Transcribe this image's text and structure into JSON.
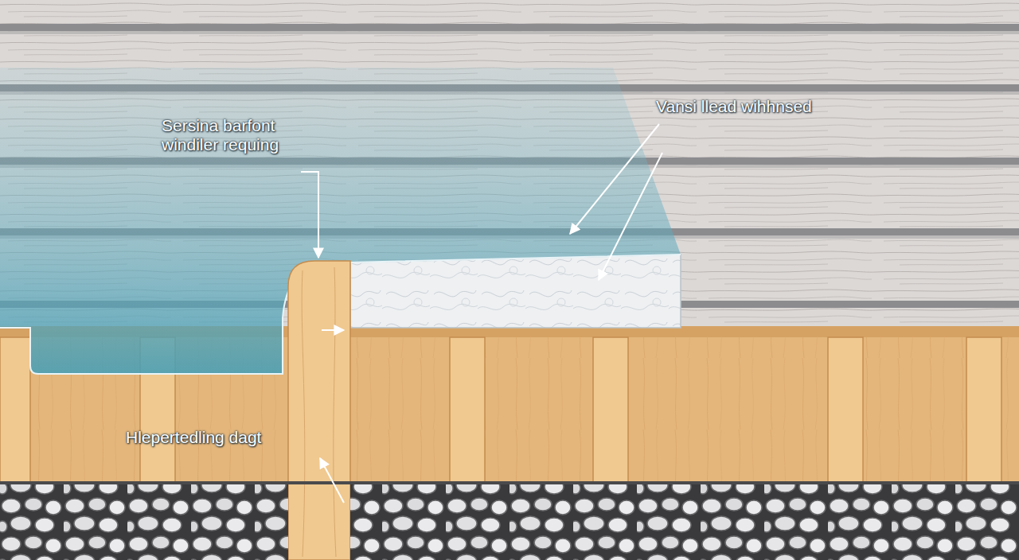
{
  "diagram": {
    "labels": [
      "Sersina barfont windiler requing",
      "Vansi llead wihhnsed",
      "Hlepertedling dagt"
    ]
  }
}
